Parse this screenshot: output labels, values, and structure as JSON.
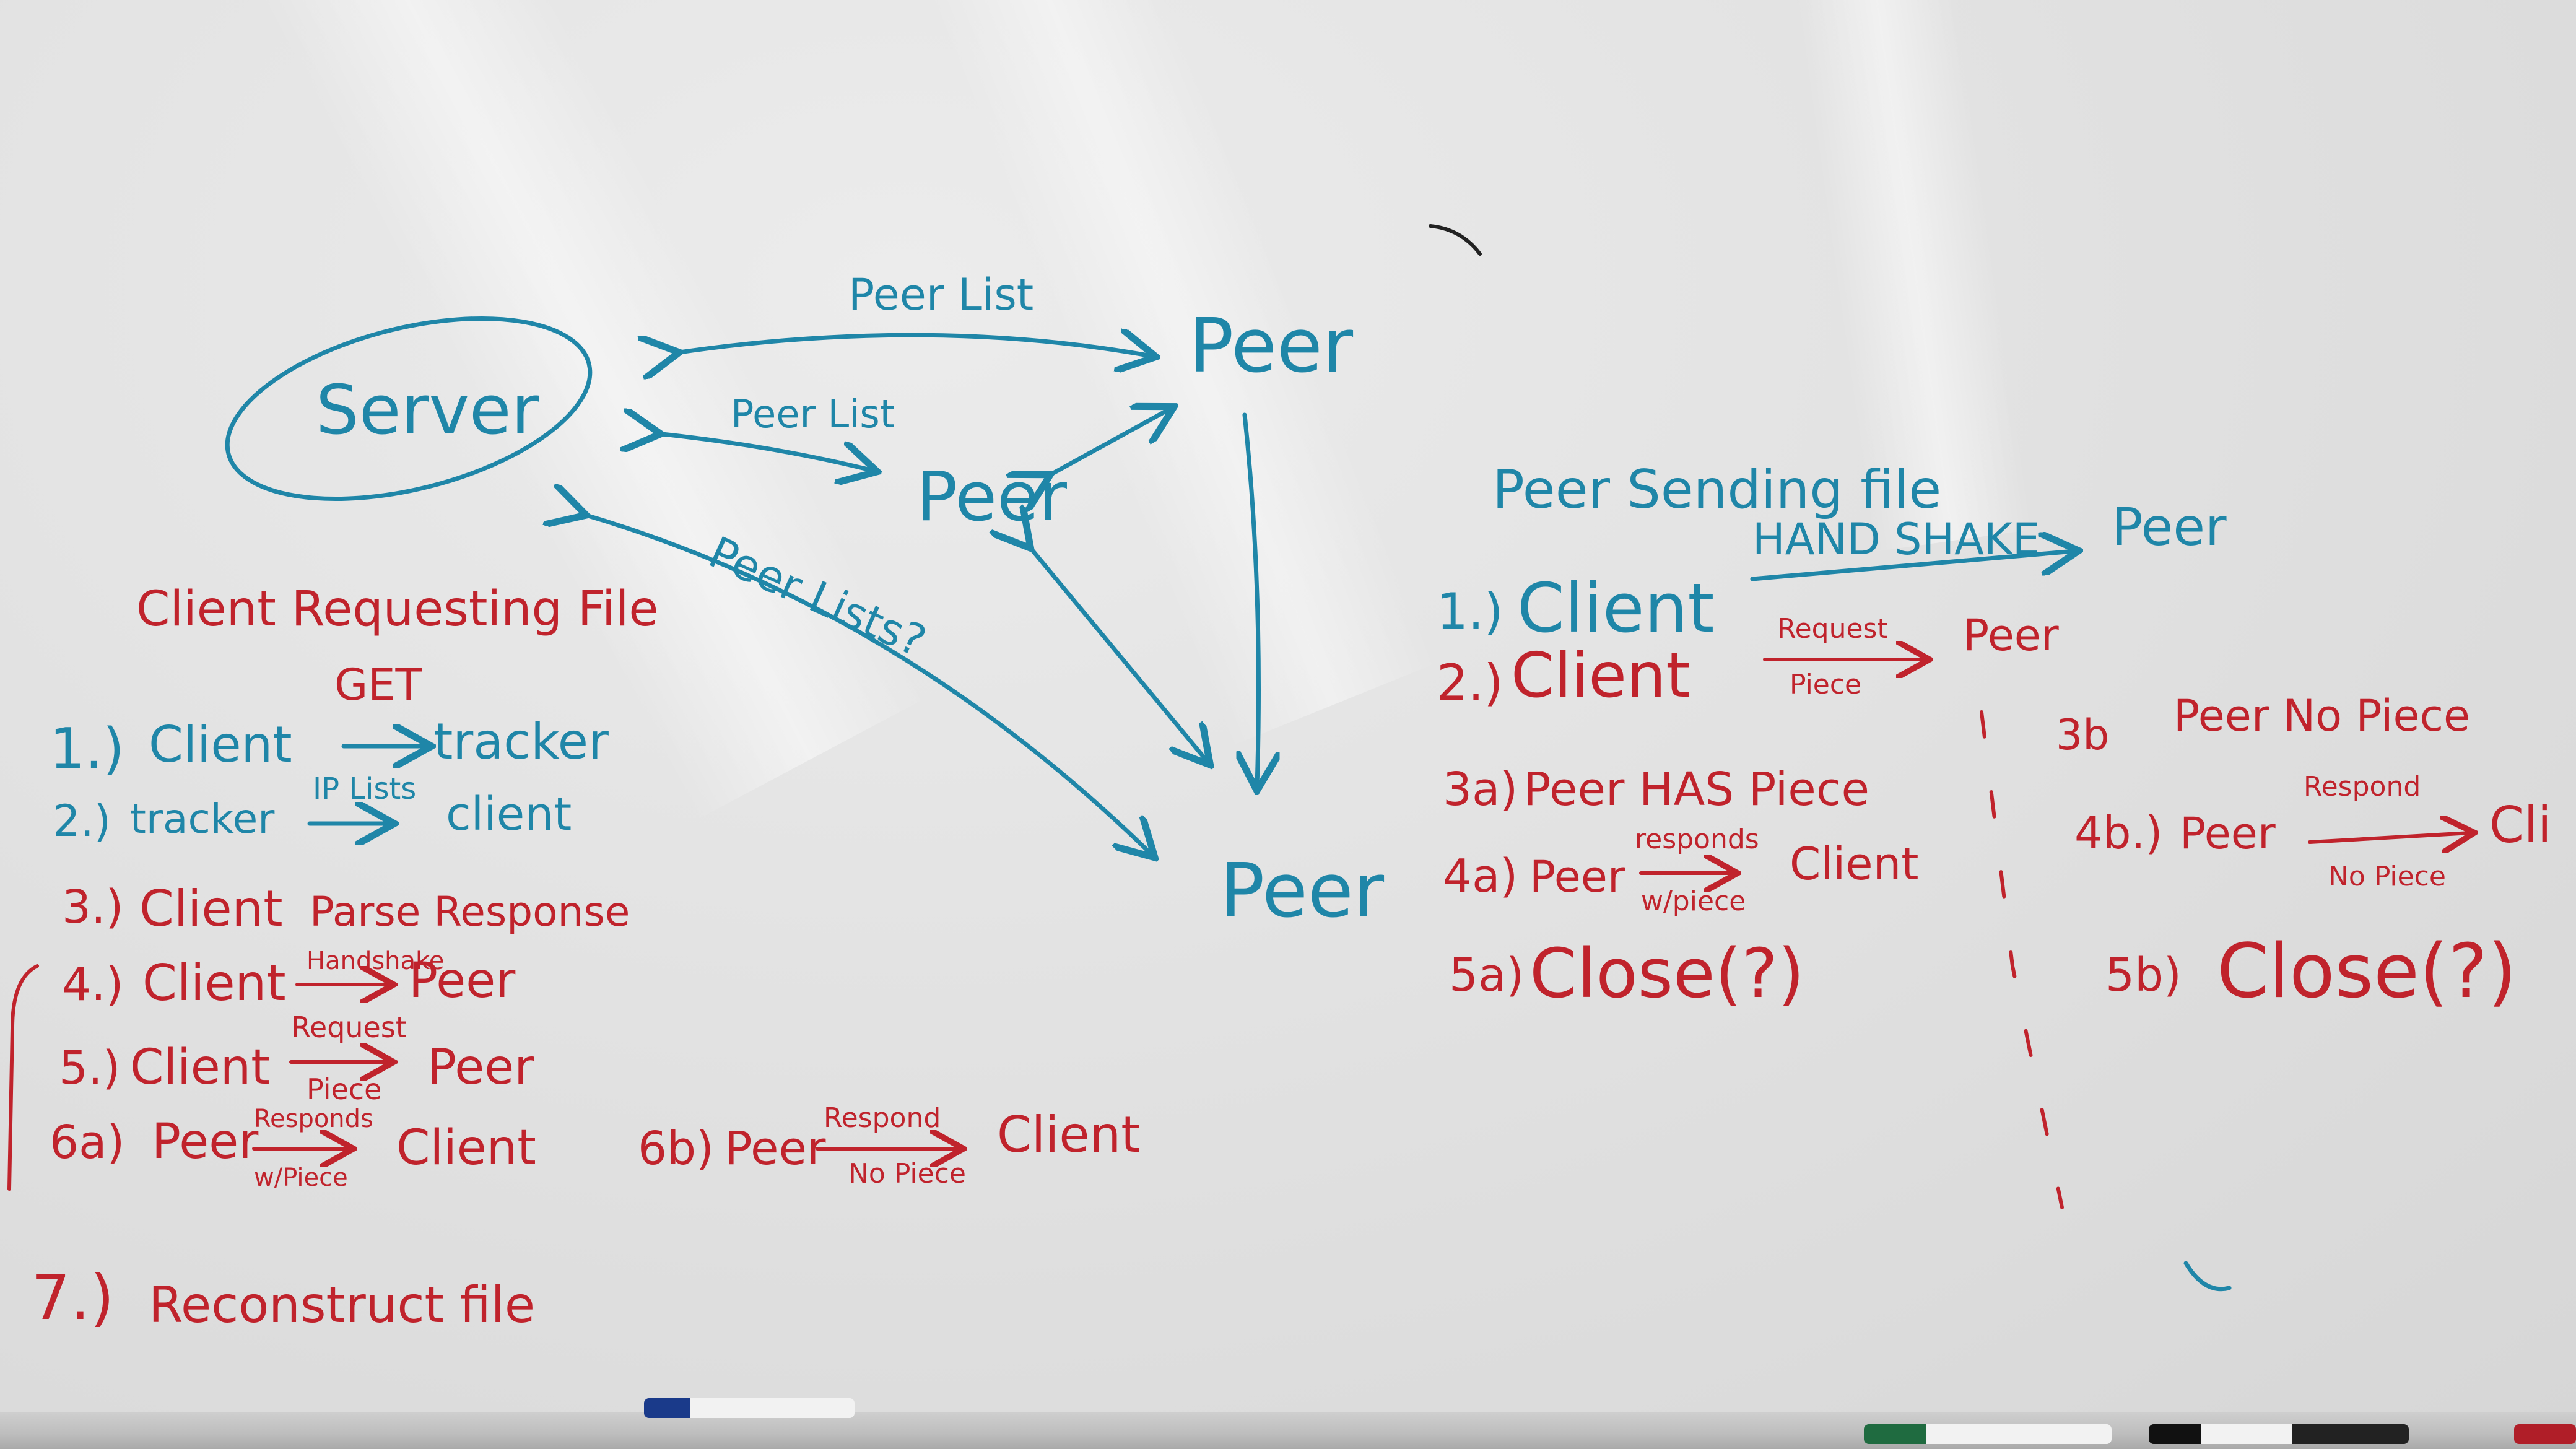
{
  "colors": {
    "board": "#e4e4e4",
    "blue_ink": "#1f86a8",
    "red_ink": "#c0232c"
  },
  "diagram": {
    "server": "Server",
    "peer_top": "Peer",
    "peer_mid": "Peer",
    "peer_bottom": "Peer",
    "edge_peer_list_top": "Peer List",
    "edge_peer_list_mid": "Peer List",
    "edge_peer_lists": "Peer Lists?"
  },
  "client_requesting": {
    "title": "Client Requesting File",
    "get_label": "GET",
    "steps": [
      {
        "num": "1.)",
        "from": "Client",
        "arrow": "",
        "to": "tracker"
      },
      {
        "num": "2.)",
        "from": "tracker",
        "arrow": "IP Lists",
        "to": "client"
      },
      {
        "num": "3.)",
        "from": "Client",
        "arrow": "",
        "to": "Parse Response"
      },
      {
        "num": "4.)",
        "from": "Client",
        "arrow": "Handshake",
        "to": "Peer"
      },
      {
        "num": "5.)",
        "from": "Client",
        "arrow_top": "Request",
        "arrow_bottom": "Piece",
        "to": "Peer"
      },
      {
        "num": "6a)",
        "from": "Peer",
        "arrow_top": "Responds",
        "arrow_bottom": "w/Piece",
        "to": "Client"
      },
      {
        "num": "6b)",
        "from": "Peer",
        "arrow_top": "Respond",
        "arrow_bottom": "No Piece",
        "to": "Client"
      },
      {
        "num": "7.)",
        "text": "Reconstruct file"
      }
    ]
  },
  "peer_sending": {
    "title": "Peer Sending file",
    "step1": {
      "num": "1.)",
      "from": "Client",
      "arrow": "HAND SHAKE",
      "to": "Peer"
    },
    "step2": {
      "num": "2.)",
      "from": "Client",
      "arrow_top": "Request",
      "arrow_bottom": "Piece",
      "to": "Peer"
    },
    "step3a": {
      "num": "3a)",
      "text": "Peer HAS Piece"
    },
    "step4a": {
      "num": "4a)",
      "from": "Peer",
      "arrow_top": "responds",
      "arrow_bottom": "w/piece",
      "to": "Client"
    },
    "step5a": {
      "num": "5a)",
      "text": "Close(?)"
    },
    "step3b": {
      "num": "3b",
      "text": "Peer No Piece"
    },
    "step4b": {
      "num": "4b.)",
      "from": "Peer",
      "arrow_top": "Respond",
      "arrow_bottom": "No Piece",
      "to": "Cli"
    },
    "step5b": {
      "num": "5b)",
      "text": "Close(?)"
    }
  }
}
